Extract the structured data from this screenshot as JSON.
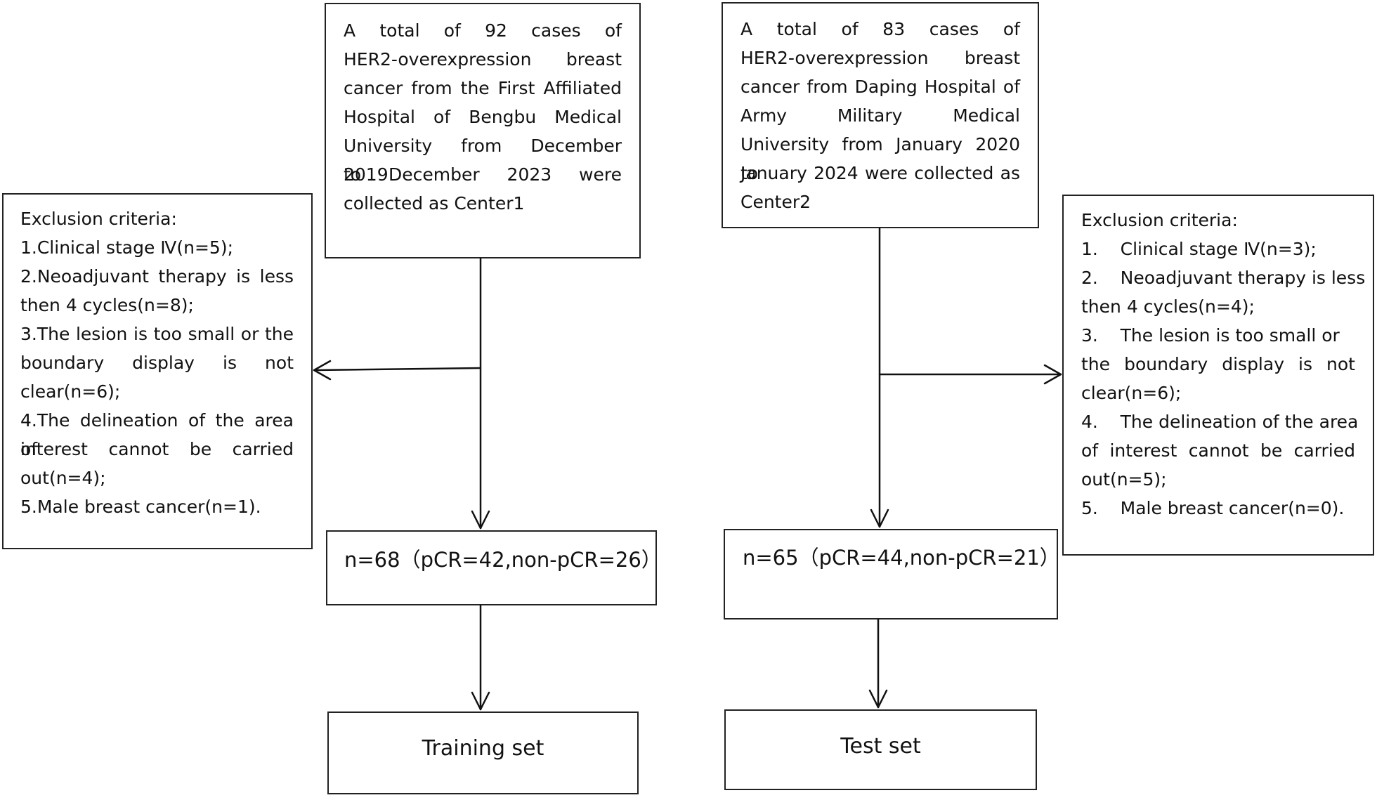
{
  "center1": {
    "source_lines": [
      "A total of 92 cases of",
      "HER2-overexpression breast",
      "cancer from the First Affiliated",
      "Hospital of Bengbu Medical",
      "University from December 2019",
      "to December 2023 were",
      "collected as Center1"
    ],
    "exclusion": {
      "title": "Exclusion criteria:",
      "lines": [
        "1.Clinical stage Ⅳ(n=5);",
        "2.Neoadjuvant therapy is less",
        "then 4 cycles(n=8);",
        "3.The lesion is too small or the",
        "boundary display is not",
        "clear(n=6);",
        "4.The delineation of the area of",
        "interest cannot be carried",
        "out(n=4);",
        "5.Male breast cancer(n=1)."
      ]
    },
    "result": "n=68（pCR=42,non-pCR=26）",
    "final": "Training set"
  },
  "center2": {
    "source_lines": [
      "A total of 83 cases of",
      "HER2-overexpression breast",
      "cancer from Daping Hospital of",
      "Army Military Medical",
      "University from January 2020 to",
      "January 2024 were collected as",
      "Center2"
    ],
    "exclusion": {
      "title": "Exclusion criteria:",
      "lines": [
        "1.    Clinical stage Ⅳ(n=3);",
        "2.    Neoadjuvant therapy is less",
        "then 4 cycles(n=4);",
        "3.    The lesion is too small or",
        "the boundary display is not",
        "clear(n=6);",
        "4.    The delineation of the area",
        "of interest cannot be carried",
        "out(n=5);",
        "5.    Male breast cancer(n=0)."
      ]
    },
    "result": "n=65（pCR=44,non-pCR=21）",
    "final": "Test set"
  }
}
